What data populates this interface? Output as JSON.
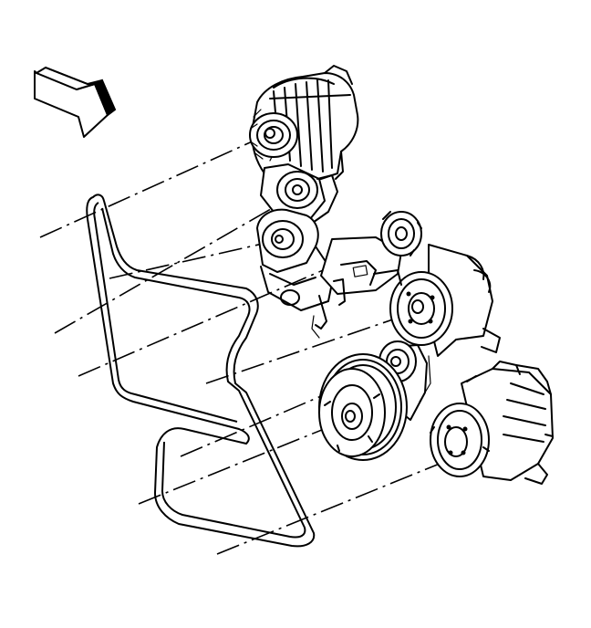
{
  "diagram": {
    "type": "engine accessory drive belt routing illustration",
    "components": [
      "direction-arrow",
      "generator",
      "idler-pulley",
      "belt-tensioner",
      "power-steering-pump-pulley",
      "water-pump-pulley",
      "crankshaft-balancer",
      "ac-compressor",
      "drive-belt"
    ],
    "colors": {
      "ink": "#000000",
      "paper": "#ffffff"
    }
  }
}
